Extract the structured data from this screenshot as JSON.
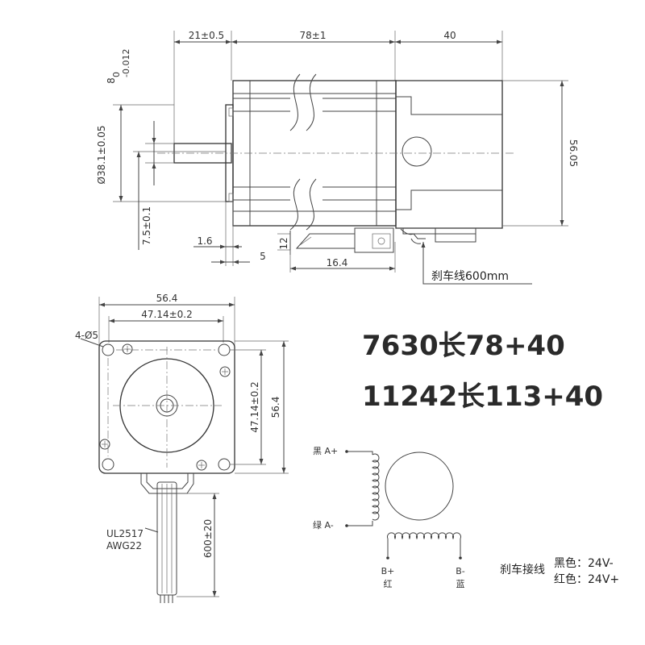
{
  "side_view": {
    "dim_flange_offset": "21±0.5",
    "dim_body_length": "78±1",
    "dim_brake_length": "40",
    "dim_shaft_tol_main": "8",
    "dim_shaft_tol_upper": "0",
    "dim_shaft_tol_lower": "-0.012",
    "dim_boss_diameter": "Ø38.1±0.05",
    "dim_flat_depth": "7.5±0.1",
    "dim_flange_thickness": "1.6",
    "dim_boss_height": "5",
    "dim_height": "56.05",
    "dim_12": "12",
    "dim_16_4": "16.4",
    "brake_wire_label": "刹车线600mm"
  },
  "front_view": {
    "dim_width": "56.4",
    "dim_hole_spacing_h": "47.14±0.2",
    "dim_hole_spacing_v": "47.14±0.2",
    "dim_height": "56.4",
    "dim_holes": "4-Ø5",
    "cable_spec_1": "UL2517",
    "cable_spec_2": "AWG22",
    "dim_cable_length": "600±20"
  },
  "models": {
    "model_1": "7630长78+40",
    "model_2": "11242长113+40"
  },
  "wiring": {
    "a_plus": "黑 A+",
    "a_minus": "绿 A-",
    "b_plus": "B+",
    "b_plus_color": "红",
    "b_minus": "B-",
    "b_minus_color": "蓝",
    "brake_title": "刹车接线",
    "brake_black": "黑色：24V-",
    "brake_red": "红色：24V+"
  }
}
